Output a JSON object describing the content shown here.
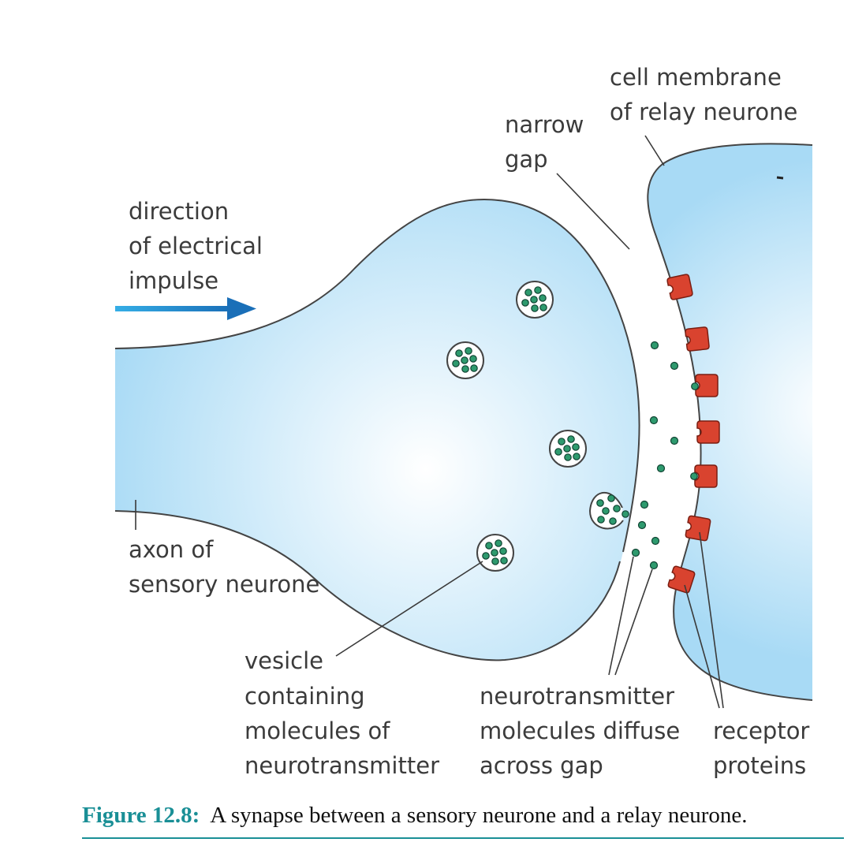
{
  "labels": {
    "cell_membrane": [
      "cell membrane",
      "of relay neurone"
    ],
    "narrow_gap": [
      "narrow",
      "gap"
    ],
    "direction": [
      "direction",
      "of electrical",
      "impulse"
    ],
    "axon": [
      "axon of",
      "sensory neurone"
    ],
    "vesicle": [
      "vesicle",
      "containing",
      "molecules of",
      "neurotransmitter"
    ],
    "neurotransmitter": [
      "neurotransmitter",
      "molecules diffuse",
      "across gap"
    ],
    "receptor": [
      "receptor",
      "proteins"
    ]
  },
  "caption": {
    "prefix": "Figure 12.8:",
    "text": "A synapse between a sensory neurone and a relay neurone."
  },
  "colors": {
    "cell_fill_light": "#ffffff",
    "cell_fill_dark": "#a8daf5",
    "membrane": "#444444",
    "arrow": "#1a7fc4",
    "receptor": "#d9432f",
    "molecule": "#2e9a6e",
    "caption_prefix": "#1a8f96",
    "rule": "#1a8f96"
  },
  "icons": {
    "arrow": "right-arrow-icon"
  }
}
